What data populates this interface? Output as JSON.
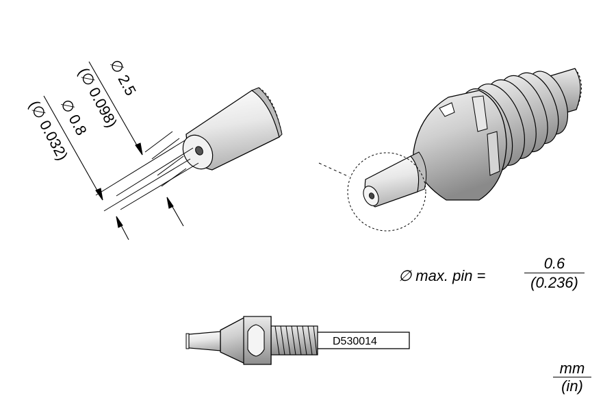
{
  "diameter_symbol": "∅",
  "tip_detail": {
    "outer_diameter_mm": "∅ 2.5",
    "outer_diameter_in": "(∅ 0.098)",
    "inner_diameter_mm": "∅ 0.8",
    "inner_diameter_in": "(∅ 0.032)"
  },
  "max_pin": {
    "label": "max. pin =",
    "value_mm": "0.6",
    "value_in": "(0.236)"
  },
  "part_number": "D530014",
  "units": {
    "primary": "mm",
    "secondary": "(in)"
  }
}
